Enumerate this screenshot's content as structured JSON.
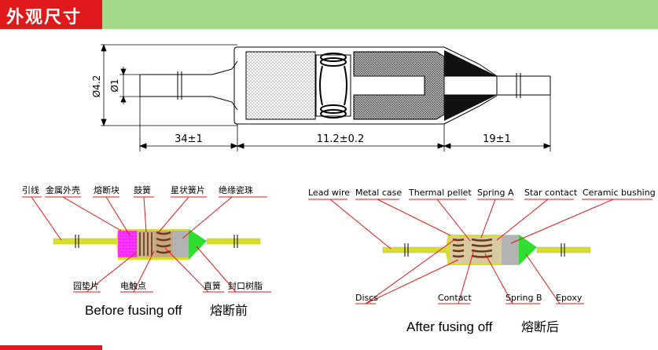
{
  "header": {
    "title": "外观尺寸"
  },
  "colors": {
    "accent_red": "#e0191a",
    "header_green": "#a6d98b",
    "lead_wire": "#d9e021",
    "epoxy": "#2fdf2f",
    "pellet": "#ff33ff",
    "bushing": "#b3b3b3"
  },
  "drawing": {
    "dia_outer": "Ø4.2",
    "dia_inner": "Ø1",
    "dim_left": "34±1",
    "dim_mid": "11.2±0.2",
    "dim_right": "19±1"
  },
  "before": {
    "top_labels": [
      "引线",
      "金属外壳",
      "熔断块",
      "鼓簧",
      "星状簧片",
      "绝缘瓷珠"
    ],
    "bottom_labels": [
      "园垫片",
      "电触点",
      "直簧",
      "封口树脂"
    ],
    "caption_en": "Before fusing off",
    "caption_cn": "熔断前"
  },
  "after": {
    "top_labels": [
      "Lead wire",
      "Metal case",
      "Thermal pellet",
      "Spring A",
      "Star contact",
      "Ceramic bushing"
    ],
    "bottom_labels": [
      "Discs",
      "Contact",
      "Spring B",
      "Epoxy"
    ],
    "caption_en": "After fusing off",
    "caption_cn": "熔断后"
  }
}
